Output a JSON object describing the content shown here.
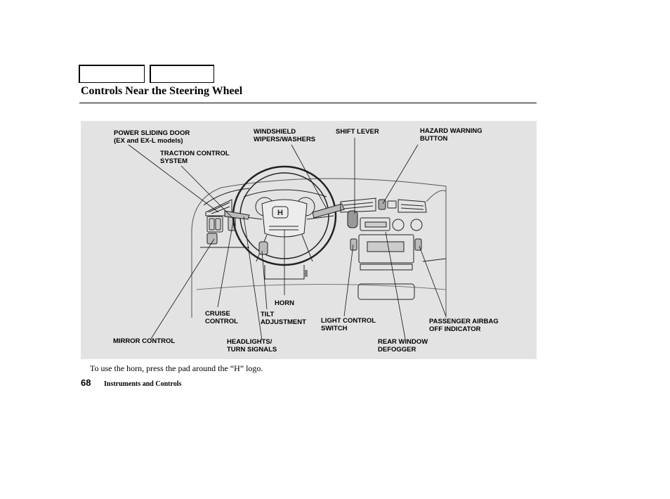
{
  "header": {
    "title": "Controls Near the Steering Wheel"
  },
  "diagram": {
    "labels": {
      "power_sliding_door": "POWER SLIDING DOOR\n(EX and EX-L models)",
      "traction_control": "TRACTION CONTROL\nSYSTEM",
      "windshield_wipers": "WINDSHIELD\nWIPERS/WASHERS",
      "shift_lever": "SHIFT LEVER",
      "hazard_warning": "HAZARD WARNING\nBUTTON",
      "horn": "HORN",
      "cruise_control": "CRUISE\nCONTROL",
      "tilt_adjustment": "TILT\nADJUSTMENT",
      "light_control": "LIGHT CONTROL\nSWITCH",
      "passenger_airbag": "PASSENGER AIRBAG\nOFF INDICATOR",
      "mirror_control": "MIRROR CONTROL",
      "headlights": "HEADLIGHTS/\nTURN SIGNALS",
      "rear_window": "REAR WINDOW\nDEFOGGER"
    }
  },
  "caption": "To use the horn, press the pad around the “H” logo.",
  "footer": {
    "page_number": "68",
    "section": "Instruments and Controls"
  }
}
